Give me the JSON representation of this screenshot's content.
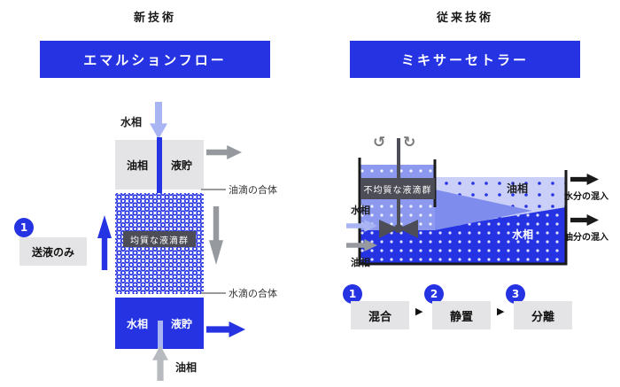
{
  "colors": {
    "primary_blue": "#2533E2",
    "light_periwinkle": "#A9B4F2",
    "mixer_medium_blue": "#8D99EE",
    "settler_light": "#C9CFF7",
    "emulsion_wedge": "#7E8CEE",
    "gray_arrow": "#96999E",
    "light_gray_arrow": "#B7BABF",
    "box_gray": "#E4E4E6",
    "dark_tag": "#4D4D57"
  },
  "left": {
    "header": "新技術",
    "banner": "エマルションフロー",
    "water_in_label": "水相",
    "top_tank": {
      "oil": "油相",
      "reservoir": "液貯"
    },
    "oil_coalescence": "油滴の合体",
    "column_label": "均質な液滴群",
    "step_badge": "1",
    "step_label": "送液のみ",
    "water_coalescence": "水滴の合体",
    "bottom_tank": {
      "water": "水相",
      "reservoir": "液貯"
    },
    "oil_in_label": "油相"
  },
  "right": {
    "header": "従来技術",
    "banner": "ミキサーセトラー",
    "rotate_ccw_icon": "↺",
    "rotate_cw_icon": "↻",
    "mixer_label": "不均質な液滴群",
    "inlet_water": "水相",
    "inlet_oil": "油相",
    "settler_oil": "油相",
    "settler_water": "水相",
    "outlet_top": "水分の混入",
    "outlet_bottom": "油分の混入",
    "step_separator": "▶",
    "steps": [
      {
        "num": "1",
        "label": "混合"
      },
      {
        "num": "2",
        "label": "静置"
      },
      {
        "num": "3",
        "label": "分離"
      }
    ]
  }
}
